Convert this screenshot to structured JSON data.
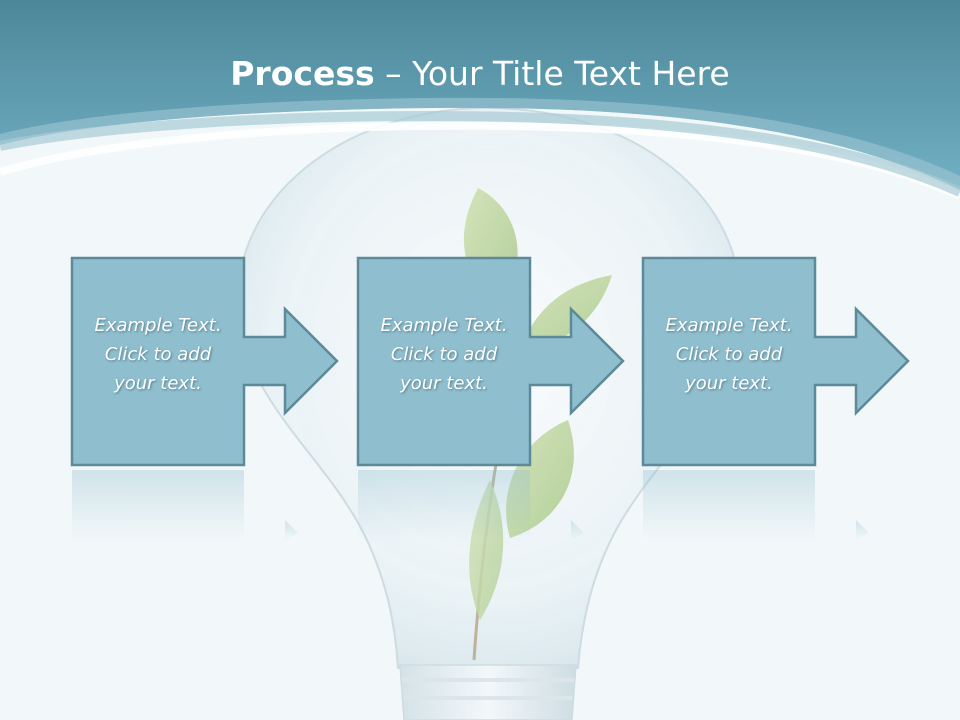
{
  "slide": {
    "title_strong": "Process",
    "title_rest": " – Your Title Text Here"
  },
  "steps": [
    {
      "label_lines": [
        "Example Text.",
        "Click  to add",
        "your text."
      ]
    },
    {
      "label_lines": [
        "Example Text.",
        "Click  to add",
        "your text."
      ]
    },
    {
      "label_lines": [
        "Example Text.",
        "Click  to add",
        "your text."
      ]
    }
  ],
  "colors": {
    "header_top": "#4d8a9d",
    "header_bottom": "#6fadc2",
    "box_fill": "#8fbfcf",
    "box_stroke": "#5e8a98",
    "text": "#ffffff"
  }
}
